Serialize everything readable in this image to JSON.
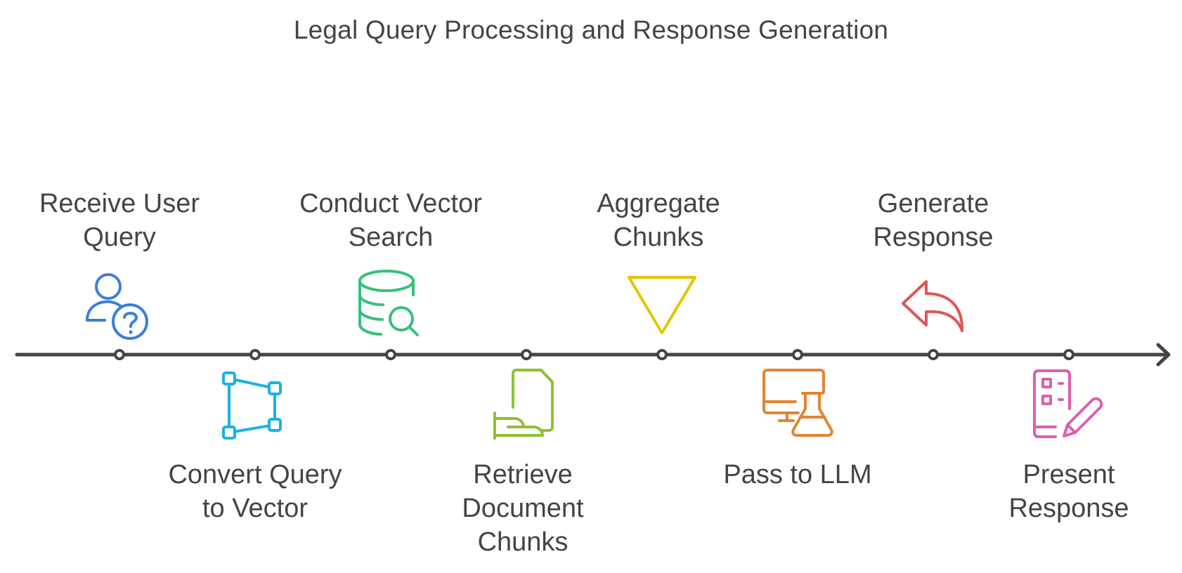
{
  "title": "Legal Query Processing and Response Generation",
  "steps": [
    {
      "label": "Receive User Query",
      "lines": [
        "Receive User",
        "Query"
      ],
      "position": "top",
      "icon": "user-question-icon",
      "color": "#3b7de0"
    },
    {
      "label": "Convert Query to Vector",
      "lines": [
        "Convert Query",
        "to Vector"
      ],
      "position": "bottom",
      "icon": "vector-shape-icon",
      "color": "#1ab2e4"
    },
    {
      "label": "Conduct Vector Search",
      "lines": [
        "Conduct Vector",
        "Search"
      ],
      "position": "top",
      "icon": "database-search-icon",
      "color": "#34c17b"
    },
    {
      "label": "Retrieve Document Chunks",
      "lines": [
        "Retrieve",
        "Document",
        "Chunks"
      ],
      "position": "bottom",
      "icon": "document-hand-icon",
      "color": "#8dc230"
    },
    {
      "label": "Aggregate Chunks",
      "lines": [
        "Aggregate",
        "Chunks"
      ],
      "position": "top",
      "icon": "triangle-down-icon",
      "color": "#e2c600"
    },
    {
      "label": "Pass to LLM",
      "lines": [
        "Pass to LLM"
      ],
      "position": "bottom",
      "icon": "monitor-flask-icon",
      "color": "#e28533"
    },
    {
      "label": "Generate Response",
      "lines": [
        "Generate",
        "Response"
      ],
      "position": "top",
      "icon": "reply-arrow-icon",
      "color": "#e05656"
    },
    {
      "label": "Present Response",
      "lines": [
        "Present",
        "Response"
      ],
      "position": "bottom",
      "icon": "checklist-pencil-icon",
      "color": "#dc5fae"
    }
  ],
  "line_color": "#444444"
}
